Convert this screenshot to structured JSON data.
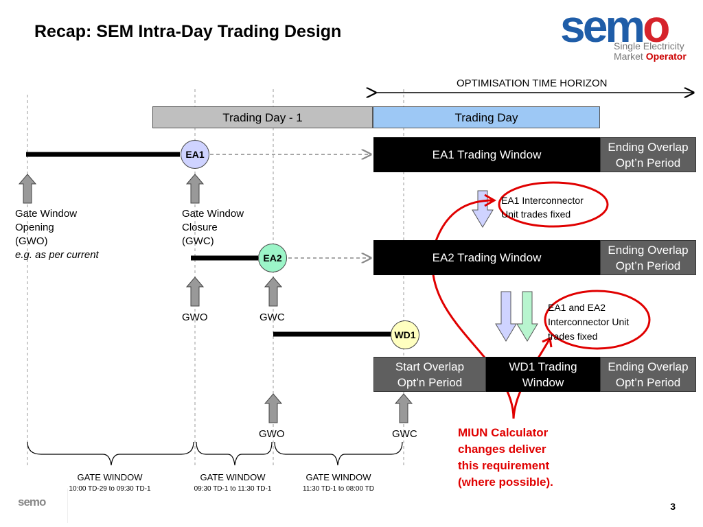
{
  "title": "Recap: SEM Intra-Day Trading Design",
  "logo": {
    "word_main": "sem",
    "word_o": "o",
    "line1": "Single Electricity",
    "line2_a": "Market ",
    "line2_b": "Operator"
  },
  "horizon_label": "OPTIMISATION TIME HORIZON",
  "days": {
    "previous": "Trading Day - 1",
    "current": "Trading Day"
  },
  "nodes": {
    "ea1": "EA1",
    "ea2": "EA2",
    "wd1": "WD1"
  },
  "windows": {
    "ea1": "EA1 Trading Window",
    "ea2": "EA2 Trading Window",
    "wd1_line1": "WD1 Trading",
    "wd1_line2": "Window",
    "ending_line1": "Ending Overlap",
    "ending_line2": "Opt’n Period",
    "start_line1": "Start Overlap",
    "start_line2": "Opt’n Period"
  },
  "labels": {
    "gwo_long": [
      "Gate Window",
      "Opening",
      "(GWO)"
    ],
    "gwo_example": "e.g. as per current",
    "gwc_long": [
      "Gate Window",
      "Closure",
      "(GWC)"
    ],
    "gwo": "GWO",
    "gwc": "GWC"
  },
  "notes": {
    "ea1_fixed": [
      "EA1 Interconnector",
      "Unit trades fixed"
    ],
    "ea12_fixed": [
      "EA1 and EA2",
      "Interconnector Unit",
      "trades fixed"
    ],
    "miun": [
      "MIUN Calculator",
      "changes deliver",
      "this requirement",
      "(where possible)."
    ]
  },
  "gate_windows": [
    {
      "title": "GATE WINDOW",
      "range": "10:00 TD-29 to 09:30 TD-1"
    },
    {
      "title": "GATE WINDOW",
      "range": "09:30 TD-1 to 11:30 TD-1"
    },
    {
      "title": "GATE WINDOW",
      "range": "11:30 TD-1 to 08:00 TD"
    }
  ],
  "small_logo": "semo",
  "page_number": "3",
  "colors": {
    "prev_day": "#bfbfbf",
    "trading_day": "#9dc8f5",
    "ea1_node": "#cfd3ff",
    "ea2_node": "#9cf5c8",
    "wd1_node": "#ffffc0",
    "highlight": "#e00000"
  }
}
